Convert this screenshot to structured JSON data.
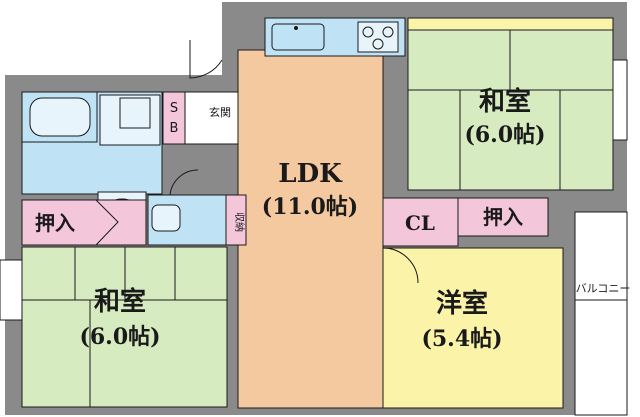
{
  "rooms": {
    "ldk": {
      "name": "LDK",
      "size": "(11.0帖)",
      "color": "#f5c9a0"
    },
    "washitsu_ne": {
      "name": "和室",
      "size": "(6.0帖)",
      "color": "#d7ebc1"
    },
    "washitsu_sw": {
      "name": "和室",
      "size": "(6.0帖)",
      "color": "#d7ebc1"
    },
    "youshitsu": {
      "name": "洋室",
      "size": "(5.4帖)",
      "color": "#fbf3a8"
    },
    "bath": {
      "color": "#bfe3f5"
    }
  },
  "labels": {
    "closet_cl": "CL",
    "oshiire_left": "押入",
    "oshiire_right": "押入",
    "sb_top": "S",
    "sb_bottom": "B",
    "genkan": "玄関",
    "shuno": "収納",
    "balcony": "バルコニー"
  },
  "colors": {
    "storage": "#f4c6d9",
    "wall": "#8a8a8a",
    "balcony": "#ffffff"
  }
}
